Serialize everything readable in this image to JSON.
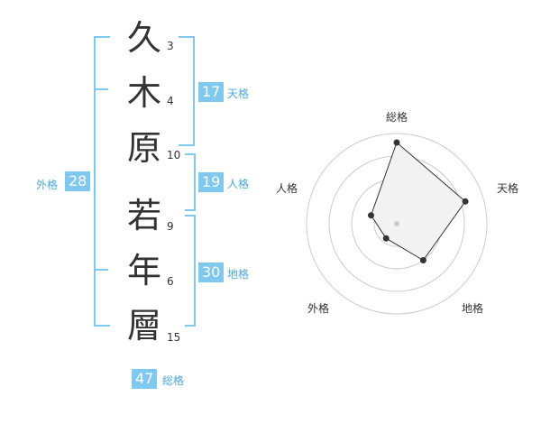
{
  "characters": [
    {
      "char": "久",
      "strokes": "3"
    },
    {
      "char": "木",
      "strokes": "4"
    },
    {
      "char": "原",
      "strokes": "10"
    },
    {
      "char": "若",
      "strokes": "9"
    },
    {
      "char": "年",
      "strokes": "6"
    },
    {
      "char": "層",
      "strokes": "15"
    }
  ],
  "kaku": {
    "tenkaku": {
      "value": "17",
      "label": "天格"
    },
    "jinkaku": {
      "value": "19",
      "label": "人格"
    },
    "chikaku": {
      "value": "30",
      "label": "地格"
    },
    "gaikaku": {
      "value": "28",
      "label": "外格"
    },
    "soukaku": {
      "value": "47",
      "label": "総格"
    }
  },
  "colors": {
    "accent": "#7fc8f0",
    "text": "#333333",
    "label": "#4aa9df"
  },
  "chart_data": {
    "type": "radar",
    "axes": [
      "総格",
      "天格",
      "地格",
      "外格",
      "人格"
    ],
    "values": [
      0.9,
      0.8,
      0.5,
      0.2,
      0.3
    ],
    "rings": 4,
    "range": [
      0,
      1
    ]
  }
}
